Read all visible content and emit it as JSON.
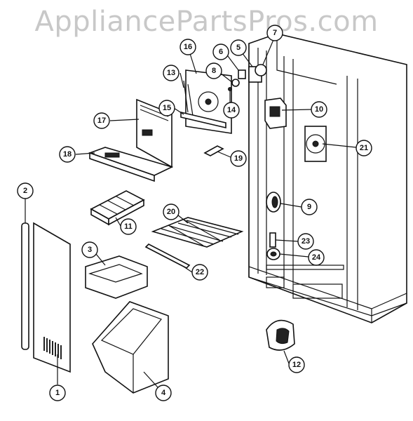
{
  "watermark": "AppliancePartsPros.com",
  "callouts": [
    {
      "id": "c1",
      "label": "1"
    },
    {
      "id": "c2",
      "label": "2"
    },
    {
      "id": "c3",
      "label": "3"
    },
    {
      "id": "c4",
      "label": "4"
    },
    {
      "id": "c5",
      "label": "5"
    },
    {
      "id": "c6",
      "label": "6"
    },
    {
      "id": "c7",
      "label": "7"
    },
    {
      "id": "c8",
      "label": "8"
    },
    {
      "id": "c9",
      "label": "9"
    },
    {
      "id": "c10",
      "label": "10"
    },
    {
      "id": "c11",
      "label": "11"
    },
    {
      "id": "c12",
      "label": "12"
    },
    {
      "id": "c13",
      "label": "13"
    },
    {
      "id": "c14",
      "label": "14"
    },
    {
      "id": "c15",
      "label": "15"
    },
    {
      "id": "c16",
      "label": "16"
    },
    {
      "id": "c17",
      "label": "17"
    },
    {
      "id": "c18",
      "label": "18"
    },
    {
      "id": "c19",
      "label": "19"
    },
    {
      "id": "c20",
      "label": "20"
    },
    {
      "id": "c21",
      "label": "21"
    },
    {
      "id": "c22",
      "label": "22"
    },
    {
      "id": "c23",
      "label": "23"
    },
    {
      "id": "c24",
      "label": "24"
    }
  ]
}
